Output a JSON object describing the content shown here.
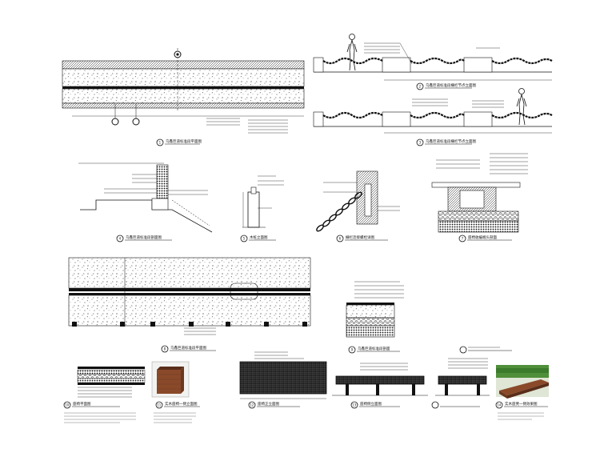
{
  "sheet": {
    "background": "#ffffff",
    "line_color": "#111111",
    "photo_wood_color": "#8a4a2a",
    "photo_grass_color": "#4f8f3a"
  },
  "details": [
    {
      "no": "1",
      "caption": "乌鑫巨道标准段平面图"
    },
    {
      "no": "2",
      "caption": "乌鑫巨道标准段栅栏节点立面图"
    },
    {
      "no": "3",
      "caption": "乌鑫巨道标准段栅栏节点立面图"
    },
    {
      "no": "4",
      "caption": "乌鑫巨道标准段剖面图"
    },
    {
      "no": "5",
      "caption": "木桩立面图"
    },
    {
      "no": "6",
      "caption": "栅栏连接螺栓详图"
    },
    {
      "no": "7",
      "caption": "座椅收编端头剖面"
    },
    {
      "no": "8",
      "caption": "乌鑫巨道标准段平面图"
    },
    {
      "no": "9",
      "caption": "乌鑫巨道标准段剖面"
    },
    {
      "no": "10",
      "caption": "座椅平面图"
    },
    {
      "no": "11",
      "caption": "实木座椅一侧立面图"
    },
    {
      "no": "12",
      "caption": "座椅正立面图"
    },
    {
      "no": "13",
      "caption": "座椅侧立面图"
    },
    {
      "no": "14",
      "caption": "实木座凳一侧效果图"
    }
  ],
  "icons": {
    "person_left": "person-silhouette-icon",
    "person_right": "person-silhouette-icon",
    "chain": "chain-link-icon"
  }
}
